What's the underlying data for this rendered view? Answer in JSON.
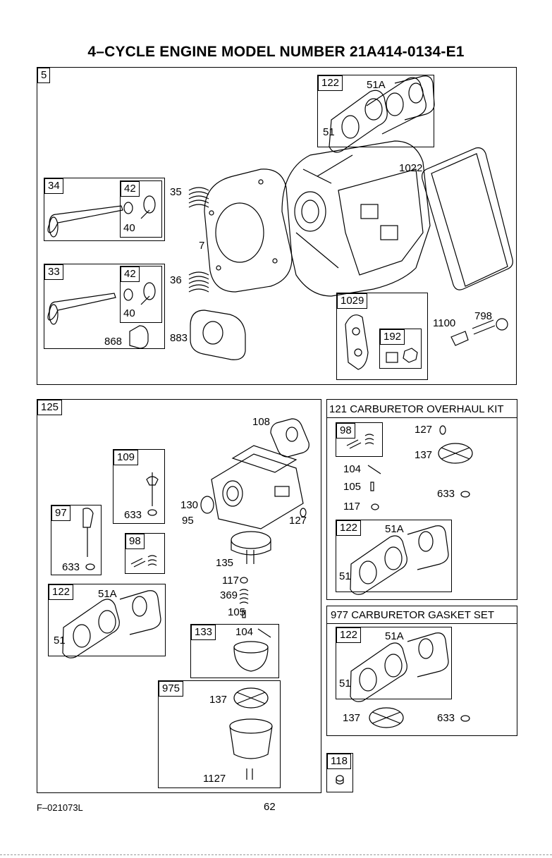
{
  "title": "4–CYCLE ENGINE MODEL NUMBER 21A414-0134-E1",
  "top_panel": {
    "tag": "5",
    "labels": {
      "p122": "122",
      "p51A": "51A",
      "p51": "51",
      "p1022": "1022",
      "p34": "34",
      "p42a": "42",
      "p40a": "40",
      "p35": "35",
      "p7": "7",
      "p33": "33",
      "p42b": "42",
      "p40b": "40",
      "p36": "36",
      "p868": "868",
      "p883": "883",
      "p1029": "1029",
      "p192": "192",
      "p1100": "1100",
      "p798": "798"
    }
  },
  "carb_panel": {
    "tag": "125",
    "labels": {
      "p108": "108",
      "p109": "109",
      "p633a": "633",
      "p130": "130",
      "p95": "95",
      "p127": "127",
      "p97": "97",
      "p633b": "633",
      "p98": "98",
      "p135": "135",
      "p117": "117",
      "p369": "369",
      "p105": "105",
      "p122": "122",
      "p51A": "51A",
      "p51": "51",
      "p133": "133",
      "p104": "104",
      "p975": "975",
      "p137": "137",
      "p1127": "1127"
    }
  },
  "overhaul_kit": {
    "header": "121 CARBURETOR OVERHAUL KIT",
    "labels": {
      "p98": "98",
      "p127": "127",
      "p137": "137",
      "p104": "104",
      "p105": "105",
      "p633": "633",
      "p117": "117",
      "p122": "122",
      "p51A": "51A",
      "p51": "51"
    }
  },
  "gasket_set": {
    "header": "977 CARBURETOR GASKET SET",
    "labels": {
      "p122": "122",
      "p51A": "51A",
      "p51": "51",
      "p137": "137",
      "p633": "633"
    }
  },
  "single_part": {
    "tag": "118"
  },
  "footer": {
    "code": "F–021073L",
    "page": "62"
  }
}
